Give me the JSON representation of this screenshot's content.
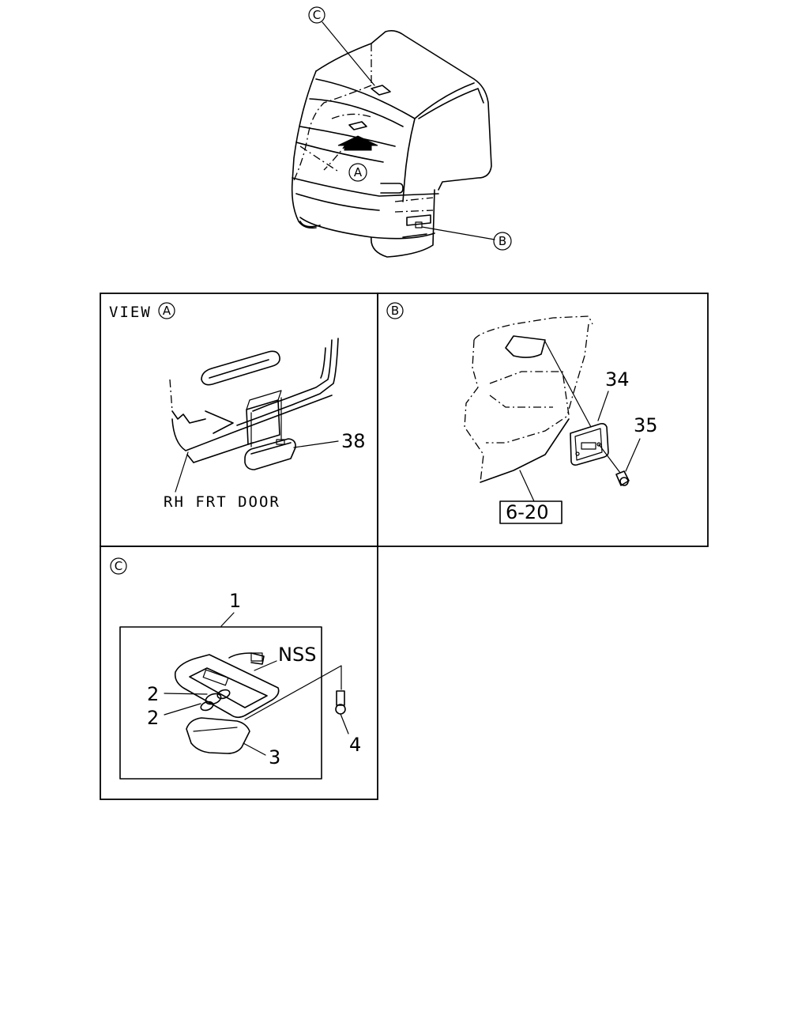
{
  "overview": {
    "callouts": [
      "C",
      "A",
      "B"
    ]
  },
  "panel_a": {
    "view_label": "VIEW",
    "view_ref": "A",
    "part_38": "38",
    "door_label": "RH FRT DOOR"
  },
  "panel_b": {
    "ref": "B",
    "part_34": "34",
    "part_35": "35",
    "ref_box": "6-20"
  },
  "panel_c": {
    "ref": "C",
    "part_1": "1",
    "nss": "NSS",
    "part_2a": "2",
    "part_2b": "2",
    "part_3": "3",
    "part_4": "4"
  }
}
